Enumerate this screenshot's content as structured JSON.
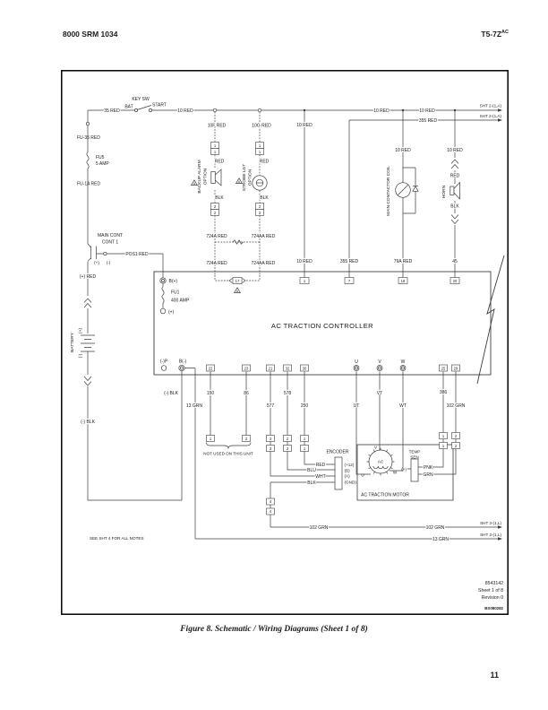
{
  "page": {
    "header_left": "8000 SRM 1034",
    "header_right": "T5-7Z",
    "header_right_sup": "AC",
    "caption": "Figure 8.  Schematic / Wiring Diagrams (Sheet 1 of 8)",
    "page_number": "11"
  },
  "title_block": {
    "part_number": "8543142",
    "sheet": "Sheet 1 of 8",
    "revision": "Revision 0",
    "code": "BS080282"
  },
  "schematic": {
    "symbols": [
      "battery-symbol",
      "key-switch",
      "fuse",
      "contactor-contact",
      "backup-alarm-speaker",
      "strobe-lamp",
      "contactor-coil",
      "diode",
      "horn-speaker",
      "connector-chevron",
      "motor",
      "encoder",
      "temp-sensor",
      "lightning-break"
    ],
    "labels": {
      "key_sw": "KEY SW",
      "bat": "BAT",
      "start": "START",
      "red35": "35 RED",
      "red10": "10 RED",
      "red10f": "10F RED",
      "red10g": "10G RED",
      "red355": "355 RED",
      "sht_2_1a": "SHT 2-(1,A)",
      "sht_2_1l": "SHT 2-(1,L)",
      "fu35_red": "FU-35 RED",
      "fu5": "FU5",
      "fu5_amp": "5 AMP",
      "fu1a_red": "FU-1A RED",
      "main_cont": "MAIN CONT",
      "cont_1": "CONT 1",
      "pos1_red": "POS1 RED",
      "plus": "(+)",
      "minus": "(-)",
      "plus_red": "(+) RED",
      "battery": "BATTERY",
      "minus_blk": "(-) BLK",
      "backup_alarm": "BACKUP ALARM",
      "strobe_lgt": "STROBE LGT",
      "option": "OPTION",
      "red": "RED",
      "blk": "BLK",
      "blu": "BLU",
      "wht": "WHT",
      "red724a": "724A RED",
      "red724aa": "724AA RED",
      "red79a": "79A RED",
      "n45": "45",
      "main_contactor_coil": "MAIN CONTACTOR COIL",
      "horn": "HORN",
      "b_plus": "B(+)",
      "fu1": "FU1",
      "amp_400": "400 AMP",
      "controller": "AC TRACTION CONTROLLER",
      "minus_p": "(-)P",
      "b_minus": "B(-)",
      "u": "U",
      "v": "V",
      "w": "W",
      "t17": "17",
      "t1": "1",
      "t7": "7",
      "t18": "18",
      "t20": "20",
      "t22": "22",
      "t23": "23",
      "t21": "21",
      "t32": "32",
      "t30": "30",
      "t25": "25",
      "t29": "29",
      "a": "A",
      "grn13": "13 GRN",
      "grn102": "102 GRN",
      "n150": "150",
      "n86": "86",
      "n577": "577",
      "n578": "578",
      "n250": "250",
      "n386": "386",
      "ut": "UT",
      "vt": "VT",
      "wt": "WT",
      "c1": "1",
      "c2": "2",
      "c3": "3",
      "c4": "4",
      "not_used": "NOT USED ON THIS UNIT",
      "encoder": "ENCODER",
      "p12": "(+12)",
      "pb": "(B)",
      "pa": "(A)",
      "pgnd": "(GND)",
      "ac": "AC",
      "temp": "TEMP",
      "sen": "SEN",
      "pnk": "PNK",
      "grn": "GRN",
      "ac_traction_motor": "AC TRACTION MOTOR",
      "see_sht": "SEE SHT 4 FOR ALL NOTES"
    }
  }
}
